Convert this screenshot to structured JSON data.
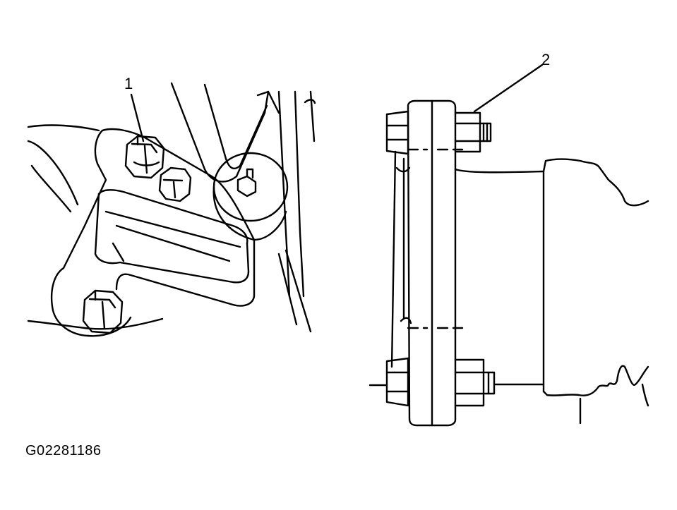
{
  "callouts": {
    "left": "1",
    "right": "2"
  },
  "figure_code": "G02281186",
  "colors": {
    "ink": "#000000",
    "paper": "#ffffff"
  }
}
